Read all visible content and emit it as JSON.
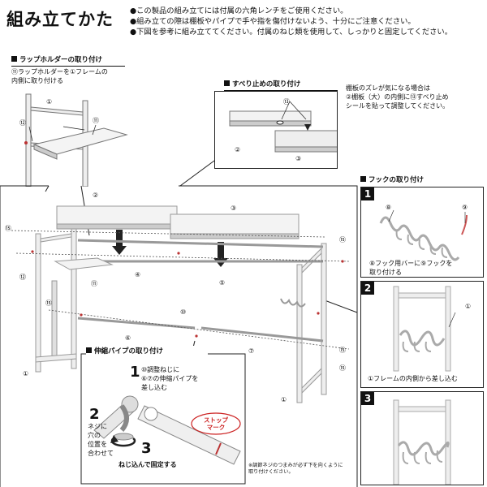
{
  "header": {
    "title": "組み立てかた",
    "notes": [
      "●この製品の組み立てには付属の六角レンチをご使用ください。",
      "●組み立ての際は棚板やパイプで手や指を傷付けないよう、十分にご注意ください。",
      "●下図を参考に組み立ててください。付属のねじ類を使用して、しっかりと固定してください。"
    ]
  },
  "wrap_holder": {
    "heading": "ラップホルダーの取り付け",
    "text_lines": [
      "⑪ラップホルダーを①フレームの",
      "内側に取り付ける"
    ],
    "labels": [
      "①",
      "⑪",
      "⑫"
    ]
  },
  "anti_slip": {
    "heading": "すべり止めの取り付け",
    "text_lines": [
      "棚板のズレが気になる場合は",
      "②棚板（大）の内側に⑬すべり止め",
      "シールを貼って調整してください。"
    ],
    "labels": [
      "⑬",
      "②",
      "③"
    ]
  },
  "main_diagram": {
    "labels": [
      "②",
      "③",
      "⑮",
      "⑮",
      "⑫",
      "④",
      "⑤",
      "⑪",
      "⑮",
      "⑩",
      "⑥",
      "⑦",
      "⑮",
      "①",
      "①",
      "⑮"
    ]
  },
  "hook": {
    "heading": "フックの取り付け",
    "steps": [
      {
        "num": "1",
        "labels": [
          "⑧",
          "⑨"
        ],
        "text_lines": [
          "⑧フック用バーに⑨フックを",
          "取り付ける"
        ]
      },
      {
        "num": "2",
        "labels": [
          "①"
        ],
        "text_lines": [
          "①フレームの内側から差し込む"
        ]
      },
      {
        "num": "3",
        "labels": [],
        "text_lines": []
      }
    ]
  },
  "pipe": {
    "heading": "伸縮パイプの取り付け",
    "step1_num": "1",
    "step1_lines": [
      "⑩調整ねじに",
      "⑥⑦の伸縮パイプを",
      "差し込む"
    ],
    "step2_num": "2",
    "step2_lines": [
      "ネジに",
      "穴の",
      "位置を",
      "合わせて"
    ],
    "step3_num": "3",
    "step3_text": "ねじ込んで固定する",
    "stop_mark": [
      "ストップ",
      "マーク"
    ],
    "footnote_lines": [
      "※調節ネジのつまみが必ず下を向くように",
      "取り付けください。"
    ]
  }
}
